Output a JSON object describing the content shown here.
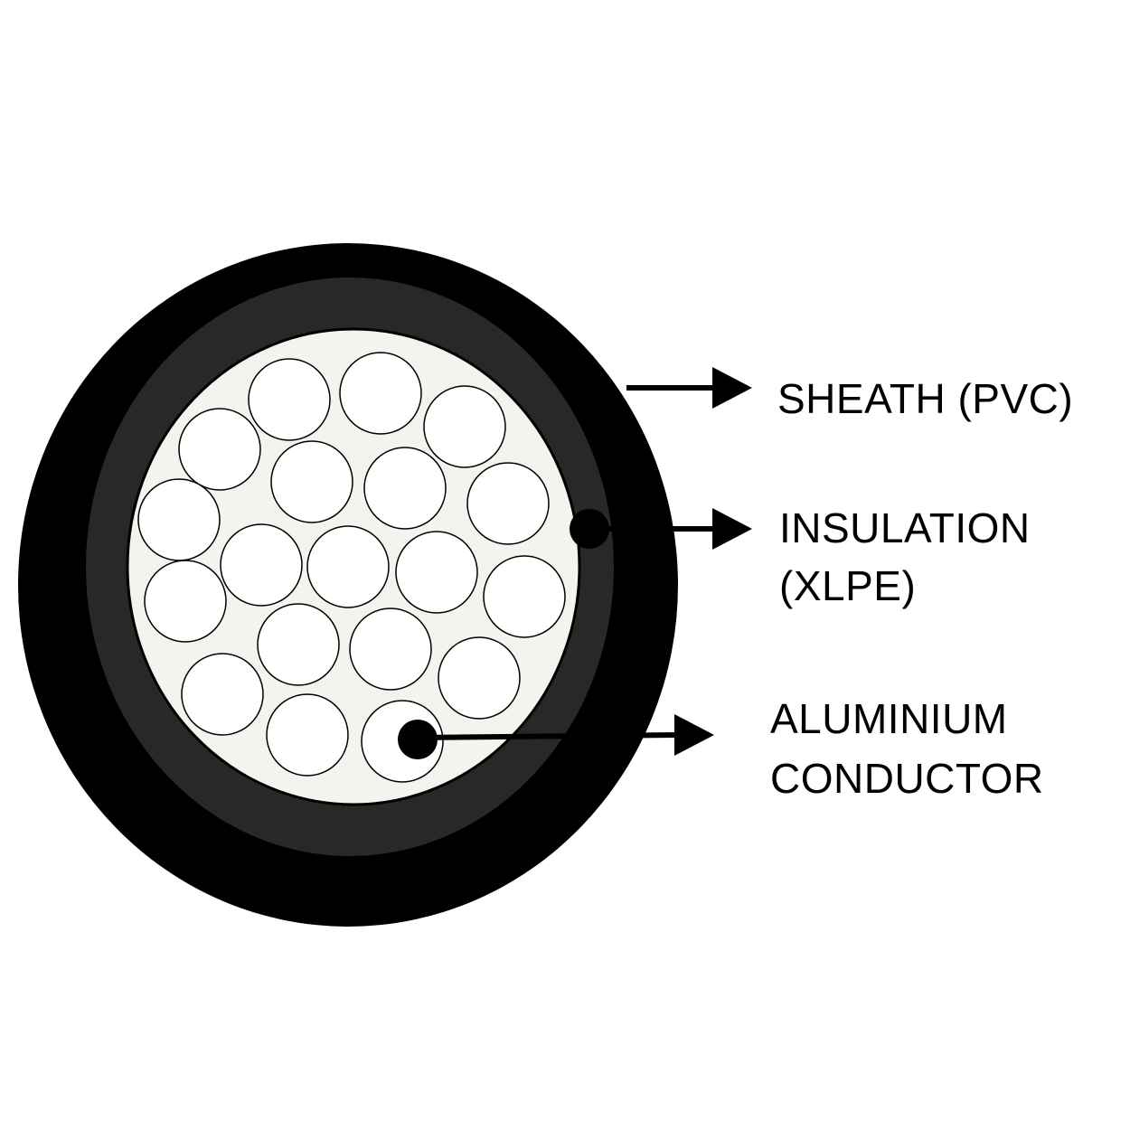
{
  "labels": {
    "sheath": "SHEATH (PVC)",
    "insulation_line1": "INSULATION",
    "insulation_line2": "(XLPE)",
    "conductor_line1": "ALUMINIUM",
    "conductor_line2": "CONDUCTOR"
  },
  "colors": {
    "sheath": "#000000",
    "insulation": "#282828",
    "conductor_bg": "#ffffff",
    "strand": "#ffffff"
  },
  "strand_count": 19
}
